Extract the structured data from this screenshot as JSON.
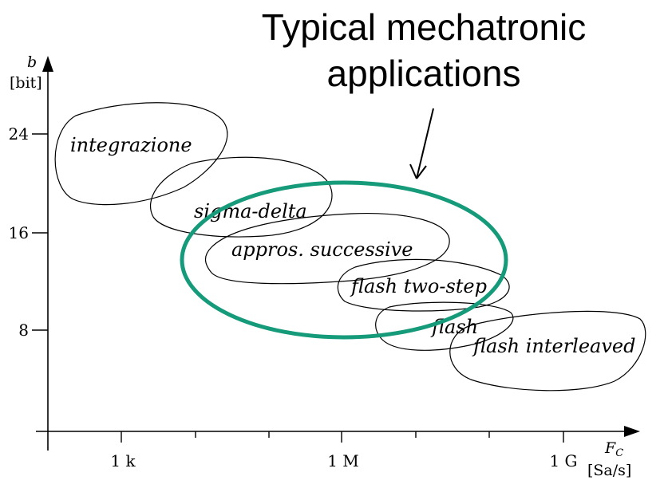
{
  "headline": {
    "line1": "Typical mechatronic",
    "line2": "applications"
  },
  "y_axis": {
    "symbol": "b",
    "unit": "[bit]",
    "ticks": [
      "24",
      "16",
      "8"
    ]
  },
  "x_axis": {
    "symbol": "F",
    "subscript": "C",
    "unit": "[Sa/s]",
    "ticks": [
      "1 k",
      "1 M",
      "1 G"
    ]
  },
  "regions": [
    {
      "id": "integrazione",
      "label": "integrazione"
    },
    {
      "id": "sigma-delta",
      "label": "sigma-delta"
    },
    {
      "id": "approx-successive",
      "label": "appros. successive"
    },
    {
      "id": "flash-two-step",
      "label": "flash two-step"
    },
    {
      "id": "flash",
      "label": "flash"
    },
    {
      "id": "flash-interleaved",
      "label": "flash interleaved"
    }
  ],
  "colors": {
    "highlight": "#159a7a",
    "ink": "#000000"
  }
}
